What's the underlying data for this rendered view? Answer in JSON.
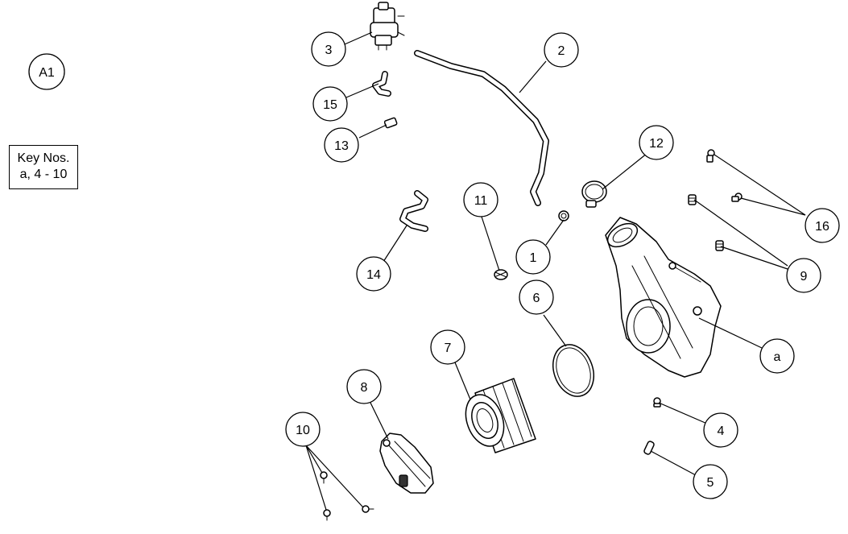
{
  "figure_label": "A1",
  "key_note": {
    "line1": "Key Nos.",
    "line2": "a, 4 - 10"
  },
  "callouts": {
    "c1": "1",
    "c2": "2",
    "c3": "3",
    "c4": "4",
    "c5": "5",
    "c6": "6",
    "c7": "7",
    "c8": "8",
    "c9": "9",
    "c10": "10",
    "c11": "11",
    "c12": "12",
    "c13": "13",
    "c14": "14",
    "c15": "15",
    "c16": "16",
    "ca": "a"
  }
}
